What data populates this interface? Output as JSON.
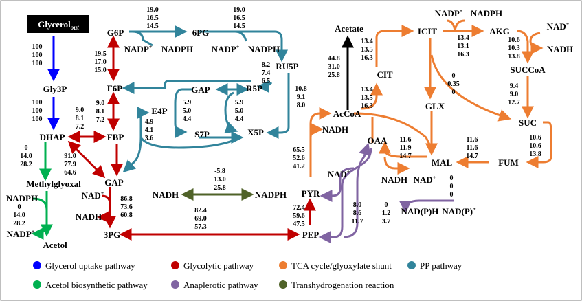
{
  "colors": {
    "uptake": "#0000FF",
    "glycolytic": "#C00000",
    "tca": "#ED7D31",
    "pp": "#31849B",
    "acetol": "#00B050",
    "anaplerotic": "#8064A2",
    "transhydro": "#4F6228",
    "acetate": "#000000"
  },
  "metabolites": {
    "glycerol_out": "Glycerol",
    "glycerol_out_sub": "out",
    "gly3p": "Gly3P",
    "dhap": "DHAP",
    "methylglyoxal": "Methylglyoxal",
    "acetol": "Acetol",
    "g6p": "G6P",
    "f6p": "F6P",
    "fbp": "FBP",
    "gap": "GAP",
    "pg3": "3PG",
    "e4p": "E4P",
    "gap2": "GAP",
    "s7p": "S7P",
    "pg6": "6PG",
    "r5p": "R5P",
    "ru5p": "RU5P",
    "x5p": "X5P",
    "pyr": "PYR",
    "pep": "PEP",
    "accoa": "AcCoA",
    "acetate": "Acetate",
    "cit": "CIT",
    "icit": "ICIT",
    "akg": "AKG",
    "succoa": "SUCCoA",
    "suc": "SUC",
    "fum": "FUM",
    "mal": "MAL",
    "glx": "GLX",
    "oaa": "OAA"
  },
  "cofactors": {
    "nadp_g6p": "NADP",
    "nadph_g6p": "NADPH",
    "nadp_6pg": "NADP",
    "nadph_6pg": "NADPH",
    "nadph_acetol": "NADPH",
    "nadp_acetol": "NADP",
    "nad_gap": "NAD",
    "nadh_gap": "NADH",
    "nadh_th": "NADH",
    "nadph_th": "NADPH",
    "nadh_pyr": "NADH",
    "nad_pyr": "NAD",
    "nadp_icit": "NADP",
    "nadph_icit": "NADPH",
    "nad_akg": "NAD",
    "nadh_akg": "NADH",
    "nadh_mal": "NADH",
    "nad_mal": "NAD",
    "nadph_me": "NAD(P)H",
    "nadp_me": "NAD(P)"
  },
  "superscripts": {
    "plus": "+"
  },
  "fluxes": {
    "uptake": [
      "100",
      "100",
      "100"
    ],
    "gly3p_dhap": [
      "100",
      "100",
      "100"
    ],
    "dhap_mgo": [
      "0",
      "14.0",
      "28.2"
    ],
    "acetol": [
      "0",
      "14.0",
      "28.2"
    ],
    "g6p_6pg": [
      "19.0",
      "16.5",
      "14.5"
    ],
    "pg6_ru5p": [
      "19.0",
      "16.5",
      "14.5"
    ],
    "g6p_f6p": [
      "19.5",
      "17.0",
      "15.0"
    ],
    "f6p_fbp": [
      "9.0",
      "8.1",
      "7.2"
    ],
    "dhap_fbp": [
      "9.0",
      "8.1",
      "7.2"
    ],
    "dhap_gap": [
      "91.0",
      "77.9",
      "64.6"
    ],
    "tk1": [
      "5.9",
      "5.0",
      "4.4"
    ],
    "tk2": [
      "5.9",
      "5.0",
      "4.4"
    ],
    "ta": [
      "4.9",
      "4.1",
      "3.6"
    ],
    "ru5p_r5p": [
      "8.2",
      "7.4",
      "6.5"
    ],
    "ru5p_x5p": [
      "10.8",
      "9.1",
      "8.0"
    ],
    "gap_3pg": [
      "86.8",
      "73.6",
      "60.8"
    ],
    "pg3_pep": [
      "82.4",
      "69.0",
      "57.3"
    ],
    "transhydro": [
      "-5.8",
      "13.0",
      "25.8"
    ],
    "pep_pyr": [
      "72.4",
      "59.6",
      "47.5"
    ],
    "pyr_accoa": [
      "65.5",
      "52.6",
      "41.2"
    ],
    "acetate": [
      "44.8",
      "31.0",
      "25.8"
    ],
    "accoa_cit": [
      "13.4",
      "13.5",
      "16.3"
    ],
    "cit_icit": [
      "13.4",
      "13.5",
      "16.3"
    ],
    "icit_akg": [
      "13.4",
      "13.1",
      "16.3"
    ],
    "akg_succoa": [
      "10.6",
      "10.3",
      "13.8"
    ],
    "succoa_suc": [
      "9.4",
      "9.0",
      "12.7"
    ],
    "suc_fum": [
      "10.6",
      "10.6",
      "13.8"
    ],
    "fum_mal": [
      "11.6",
      "11.6",
      "14.7"
    ],
    "mal_oaa": [
      "11.6",
      "11.9",
      "14.7"
    ],
    "glyoxylate": [
      "0",
      "0.35",
      "0"
    ],
    "malic_enzyme": [
      "0",
      "0",
      "0"
    ],
    "pep_oaa": [
      "0",
      "1.2",
      "3.7"
    ],
    "ppc": [
      "8.0",
      "8.6",
      "11.7"
    ]
  },
  "legend": [
    {
      "label": "Glycerol uptake pathway",
      "color": "#0000FF"
    },
    {
      "label": "Glycolytic pathway",
      "color": "#C00000"
    },
    {
      "label": "TCA cycle/glyoxylate shunt",
      "color": "#ED7D31"
    },
    {
      "label": "PP pathway",
      "color": "#31849B"
    },
    {
      "label": "Acetol biosynthetic pathway",
      "color": "#00B050"
    },
    {
      "label": "Anaplerotic pathway",
      "color": "#8064A2"
    },
    {
      "label": "Transhydrogenation reaction",
      "color": "#4F6228"
    }
  ]
}
